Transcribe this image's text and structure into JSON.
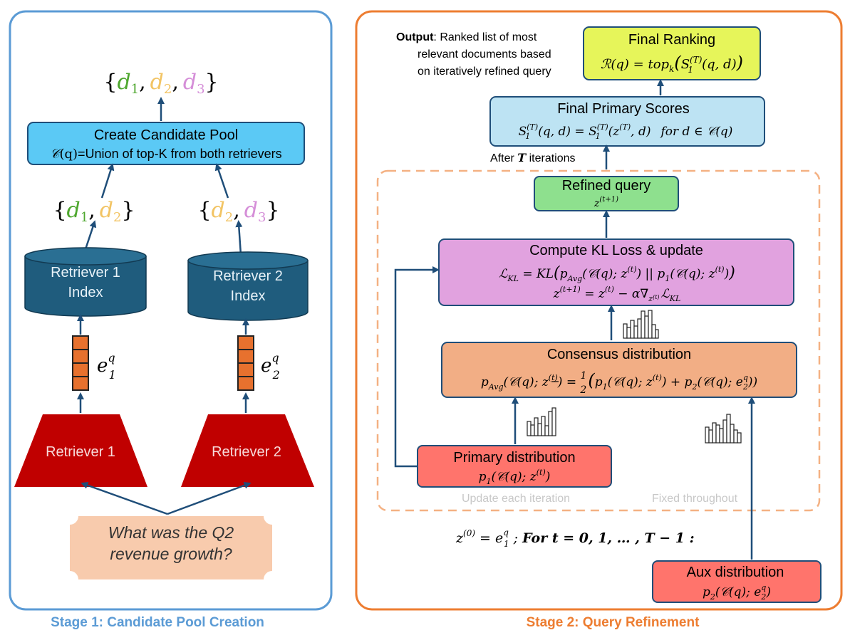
{
  "stage1": {
    "caption": "Stage 1: Candidate Pool Creation",
    "output_set": {
      "open": "{",
      "d1": "d",
      "d2": "d",
      "d3": "d",
      "s1": "1",
      "s2": "2",
      "s3": "3",
      "comma": ",",
      "close": "}"
    },
    "pool": {
      "title": "Create Candidate Pool",
      "C": "𝒞",
      "q": "(q)",
      "rest": "=Union of top-K from both retrievers"
    },
    "left_set": {
      "open": "{",
      "d": "d",
      "s1": "1",
      "s2": "2",
      "comma": ",",
      "close": "}"
    },
    "right_set": {
      "open": "{",
      "d": "d",
      "s2": "2",
      "s3": "3",
      "comma": ",",
      "close": "}"
    },
    "index1": {
      "line1": "Retriever 1",
      "line2": "Index"
    },
    "index2": {
      "line1": "Retriever 2",
      "line2": "Index"
    },
    "emb1": {
      "e": "e",
      "sub": "1",
      "sup": "q"
    },
    "emb2": {
      "e": "e",
      "sub": "2",
      "sup": "q"
    },
    "retriever1": "Retriever 1",
    "retriever2": "Retriever 2",
    "query": {
      "line1": "What was the Q2",
      "line2": "revenue growth?"
    }
  },
  "stage2": {
    "caption": "Stage 2: Query Refinement",
    "output_note": {
      "bold": "Output",
      "line1": ": Ranked list of most",
      "line2": "relevant documents based",
      "line3": "on iteratively refined query"
    },
    "final_ranking": {
      "title": "Final  Ranking",
      "formula": "ℛ(q) = top",
      "k": "k",
      "S": "S",
      "sub": "1",
      "sup": "(T)",
      "args": "(q, d)"
    },
    "final_scores": {
      "title": "Final Primary Scores",
      "S": "S",
      "sub": "1",
      "sup": "(T)",
      "args1": "(q, d) = ",
      "args2": "(z",
      "zsup": "(T)",
      "args3": ", d)",
      "tail": "for d ∈ 𝒞(q)"
    },
    "after": {
      "pre": "After ",
      "T": "T",
      "post": " iterations"
    },
    "refined": {
      "title": "Refined query",
      "z": "z",
      "sup": "(t+1)"
    },
    "kl": {
      "title": "Compute KL Loss & update",
      "L": "ℒ",
      "Lsub": "KL",
      "eq": " = KL",
      "p": "p",
      "avg": "Avg",
      "arg1": "(𝒞(q); z",
      "tsup": "(t)",
      "close1": ")",
      "sep": " || ",
      "p1": "p",
      "one": "1",
      "arg2": "(𝒞(q); z",
      "close2": ")",
      "z": "z",
      "zt1": "(t+1)",
      "eq2": " = z",
      "zt": "(t)",
      "minus": " − α∇",
      "zsub": "z",
      "zsubt": "(t)",
      "L2": "ℒ",
      "L2sub": "KL"
    },
    "consensus": {
      "title": "Consensus distribution",
      "p": "p",
      "avg": "Avg",
      "arg": "(𝒞(q); z",
      "tsup": "(t)",
      "mid": ") = ",
      "half_n": "1",
      "half_d": "2",
      "p1": "p",
      "one": "1",
      "arg1": "(𝒞(q); z",
      "plus": ") + p",
      "two": "2",
      "arg2": "(𝒞(q); e",
      "esub": "2",
      "esup": "q",
      "end": "))"
    },
    "primary": {
      "title": "Primary distribution",
      "p": "p",
      "one": "1",
      "arg": "(𝒞(q); z",
      "tsup": "(t)",
      "end": ")"
    },
    "update_note": "Update each iteration",
    "fixed_note": "Fixed throughout",
    "loop": {
      "z": "z",
      "zsup": "(0)",
      "eq": " = e",
      "esub": "1",
      "esup": "q",
      "semi": " ; ",
      "for": "For t = 0, 1, … , T − 1 :"
    },
    "aux": {
      "title": "Aux distribution",
      "p": "p",
      "two": "2",
      "arg": "(𝒞(q); e",
      "esub": "2",
      "esup": "q",
      "end": ")"
    }
  },
  "colors": {
    "stage1_border": "#5B9BD5",
    "stage2_border": "#ED7D31",
    "pool_fill": "#5BC9F5",
    "index_fill": "#1F5C7D",
    "embed_fill": "#E7712E",
    "retriever_fill": "#C00000",
    "query_fill": "#F8CBAD",
    "final_ranking_fill": "#E6F55A",
    "final_scores_fill": "#BDE3F3",
    "refined_fill": "#8EE08E",
    "kl_fill": "#E1A2DF",
    "consensus_fill": "#F2AE85",
    "primary_fill": "#FF746C",
    "aux_fill": "#FF746C",
    "d1": "#4EA72E",
    "d2": "#F2C464",
    "d3": "#D58ED8"
  }
}
